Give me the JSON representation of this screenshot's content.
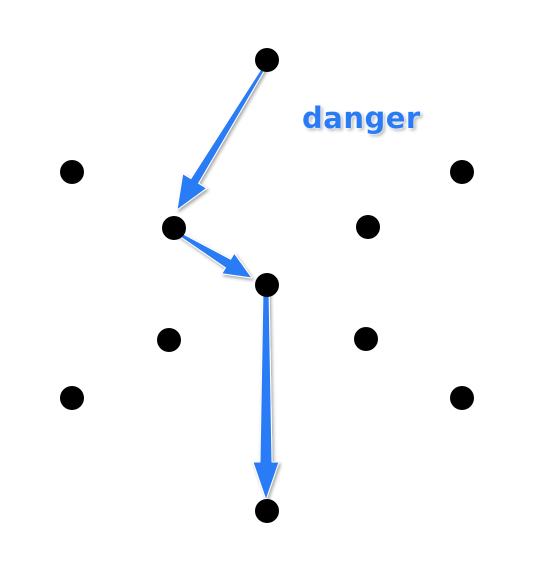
{
  "label": {
    "text": "danger"
  },
  "colors": {
    "accent": "#2a7cf6",
    "node": "#000000",
    "background": "#ffffff"
  },
  "graph": {
    "nodes": [
      {
        "id": "n1"
      },
      {
        "id": "n2"
      },
      {
        "id": "n3"
      },
      {
        "id": "n4"
      },
      {
        "id": "n5"
      },
      {
        "id": "n6"
      },
      {
        "id": "n7"
      },
      {
        "id": "n8"
      },
      {
        "id": "n9"
      },
      {
        "id": "n10"
      },
      {
        "id": "n11"
      },
      {
        "id": "n12"
      }
    ],
    "path": [
      "n1",
      "n4",
      "n6",
      "n12"
    ]
  }
}
